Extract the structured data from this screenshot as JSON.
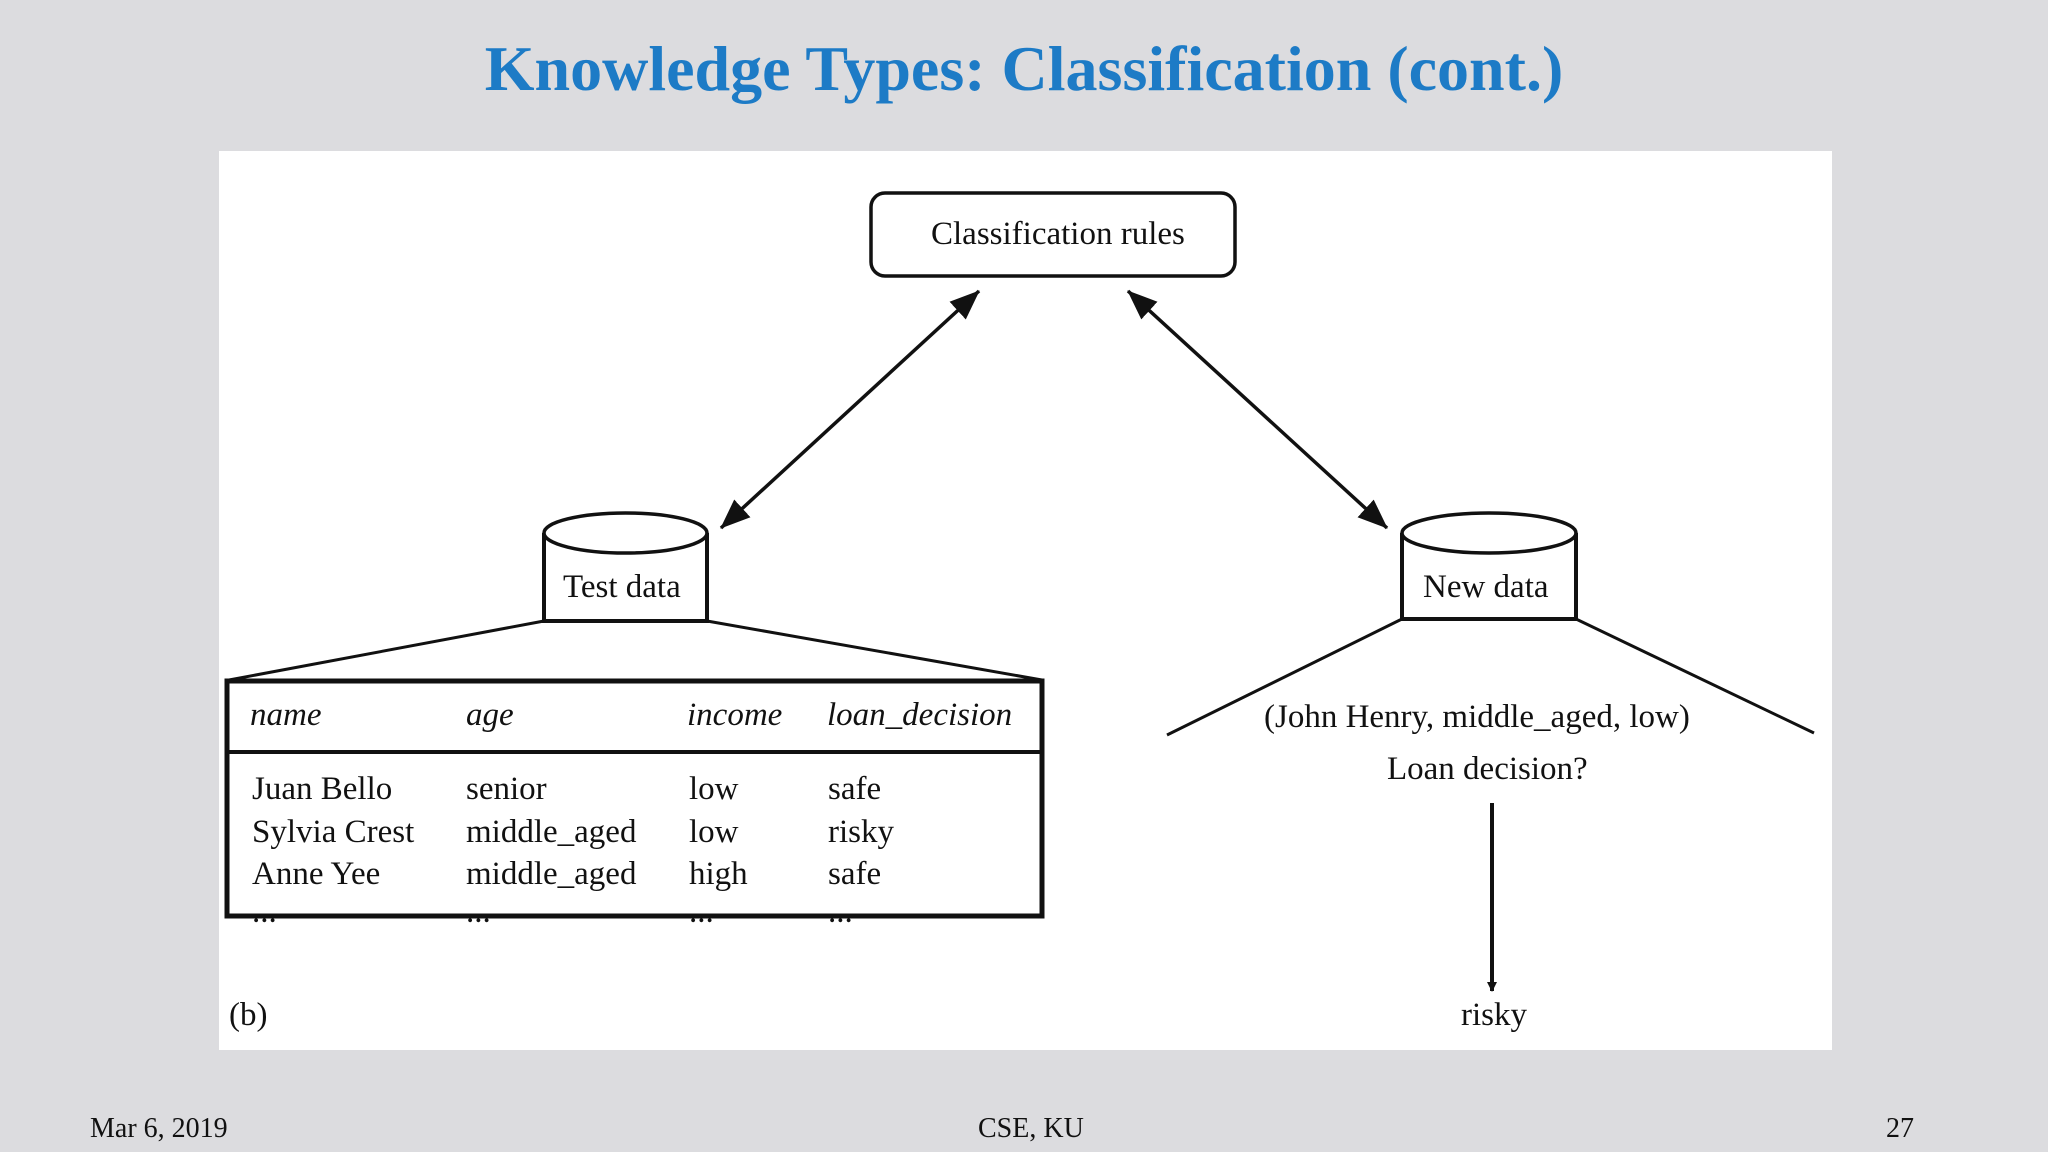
{
  "slide": {
    "title": "Knowledge Types: Classification (cont.)",
    "footer": {
      "date": "Mar 6, 2019",
      "center": "CSE, KU",
      "page": "27"
    }
  },
  "diagram": {
    "rules_label": "Classification rules",
    "test_db_label": "Test data",
    "new_db_label": "New data",
    "table": {
      "headers": [
        "name",
        "age",
        "income",
        "loan_decision"
      ],
      "rows": [
        [
          "Juan Bello",
          "senior",
          "low",
          "safe"
        ],
        [
          "Sylvia Crest",
          "middle_aged",
          "low",
          "risky"
        ],
        [
          "Anne Yee",
          "middle_aged",
          "high",
          "safe"
        ],
        [
          "...",
          "...",
          "...",
          "..."
        ]
      ]
    },
    "new_tuple": "(John Henry, middle_aged, low)",
    "question": "Loan decision?",
    "result": "risky",
    "figure_label": "(b)"
  }
}
